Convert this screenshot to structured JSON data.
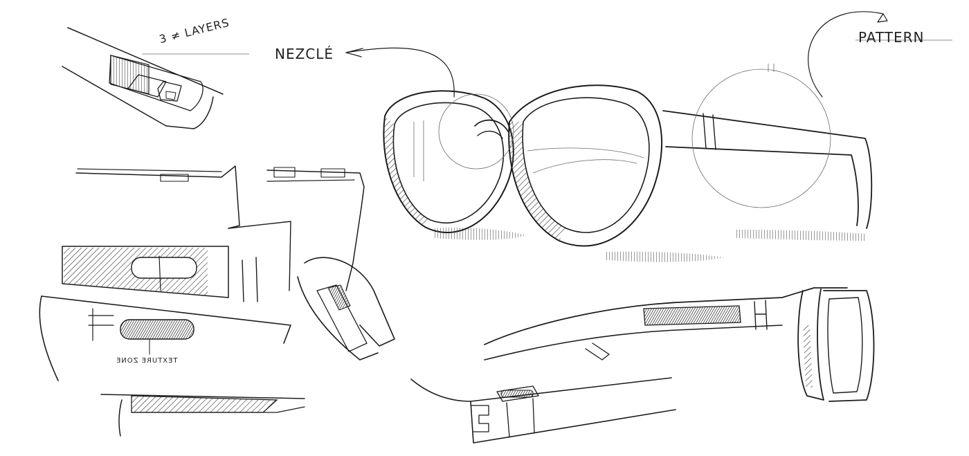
{
  "labels": {
    "layers": "3 ≠ LAYERS",
    "nezcle": "NEZCLÉ",
    "pattern": "PATTERN",
    "texture_zone": "TEXTURE ZONE"
  }
}
